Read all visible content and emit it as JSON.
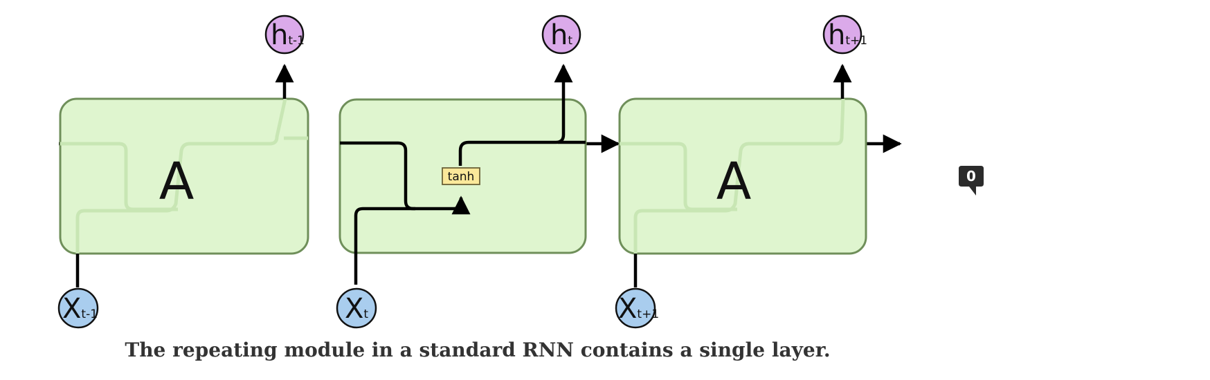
{
  "cells": [
    {
      "label": "A",
      "position": "previous"
    },
    {
      "label": "",
      "position": "current"
    },
    {
      "label": "A",
      "position": "next"
    }
  ],
  "inputs": [
    {
      "main": "X",
      "sub": "t-1"
    },
    {
      "main": "X",
      "sub": "t"
    },
    {
      "main": "X",
      "sub": "t+1"
    }
  ],
  "outputs": [
    {
      "main": "h",
      "sub": "t-1"
    },
    {
      "main": "h",
      "sub": "t"
    },
    {
      "main": "h",
      "sub": "t+1"
    }
  ],
  "layer": {
    "label": "tanh"
  },
  "comment_badge": {
    "count": "0"
  },
  "caption": "The repeating module in a standard RNN contains a single layer.",
  "colors": {
    "cell_fill": "#dff5cf",
    "cell_stroke": "#6f8f5a",
    "input_fill": "#a9cdee",
    "output_fill": "#dbaaea",
    "layer_fill": "#fbe89a",
    "line": "#000000",
    "badge": "#2b2b2b"
  }
}
